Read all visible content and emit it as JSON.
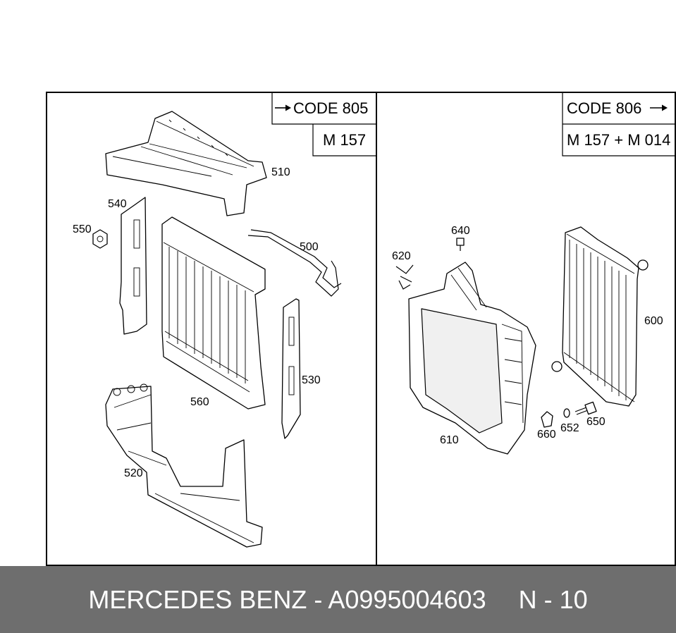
{
  "panels": {
    "left": {
      "code_label": "CODE 805",
      "engine_label": "M 157",
      "callouts": [
        "510",
        "540",
        "550",
        "560",
        "500",
        "530",
        "520"
      ]
    },
    "right": {
      "code_label": "CODE 806",
      "engine_label": "M 157 + M 014",
      "callouts": [
        "640",
        "620",
        "600",
        "660",
        "652",
        "650",
        "610"
      ]
    }
  },
  "footer": {
    "brand_part": "MERCEDES BENZ - A0995004603",
    "page_ref": "N - 10"
  }
}
